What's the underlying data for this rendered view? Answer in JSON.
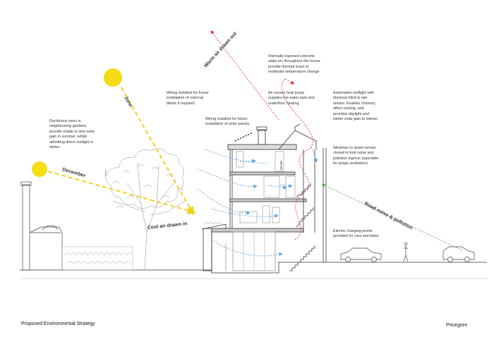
{
  "footer": {
    "title": "Proposed Environmental Strategy",
    "brand": "Pricegore"
  },
  "labels": {
    "june": "June",
    "december": "December",
    "warm_air": "Warm air drawn out",
    "cool_air": "Cool air drawn in",
    "road_noise": "Road noise & pollution",
    "mvhr": "MVHR"
  },
  "notes": {
    "trees": "Deciduous trees in\nneighbouring gardens\nprovide shade to limit solar\ngain in summer, whilst\nadmitting direct sunlight in\nwinter",
    "blinds": "Wiring installed for future\ninstallation of external\nblinds if required",
    "solar": "Wiring installed for future\ninstallation of solar panels",
    "concrete": "Internally exposed concrete\nslabs etc throughout the house\nprovide thermal mass to\nmoderate temperature change",
    "heat_pump": "Air source heat pump\nsupplies hot water tank and\nunderfloor heating",
    "rooflight": "Automated rooflight with\nblackout blind & rain\nsensor. Enables chimney\neffect cooling, and\nprovides daylight and\nwinter solar gain to interior",
    "windows": "Windows to street remain\nclosed to limit noise and\npollution ingress (openable\nfor purge ventilation)",
    "charging": "Electric charging points\nprovided for cars and bikes"
  },
  "colors": {
    "sun": "#f5dc14",
    "sun_ray": "#f0d21e",
    "warm_air": "#e0363c",
    "cool_air": "#5aa0dc",
    "noise": "#58b04a",
    "line": "#333333",
    "tree": "#8a8a8a"
  }
}
